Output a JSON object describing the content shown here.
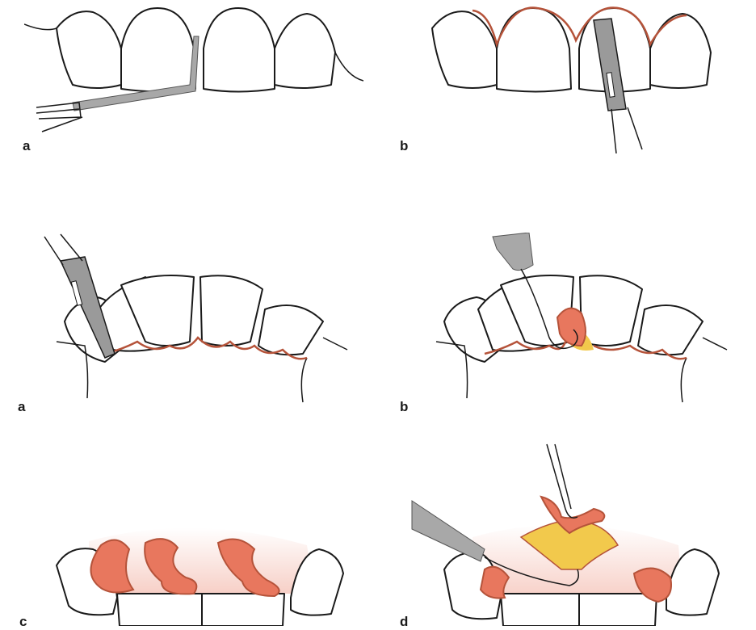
{
  "figure_1": {
    "panel_a": {
      "label": "a"
    },
    "panel_b": {
      "label": "b"
    }
  },
  "figure_2": {
    "panel_a": {
      "label": "a"
    },
    "panel_b": {
      "label": "b"
    },
    "panel_c": {
      "label": "c"
    },
    "panel_d": {
      "label": "d"
    }
  },
  "colors": {
    "gingiva": "#e8775e",
    "gingiva_outline": "#b5533a",
    "instrument": "#9a9a9a",
    "tissue_highlight": "#f2c94c"
  }
}
